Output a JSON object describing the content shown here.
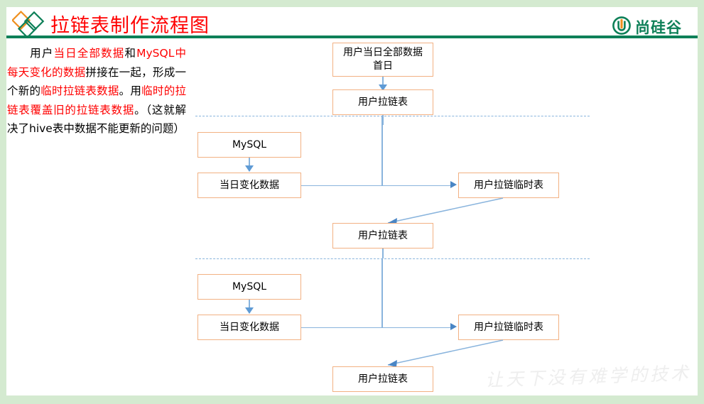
{
  "header": {
    "title": "拉链表制作流程图",
    "brand_text": "尚硅谷",
    "logo_icon": "diamonds-logo-icon",
    "brand_icon": "u-circle-icon",
    "accent_green": "#0e8058",
    "accent_orange": "#ef9020",
    "title_color": "#ff0000",
    "frame_color": "#d4ead0"
  },
  "description": {
    "segments": [
      {
        "text": "用户",
        "color": "#000000"
      },
      {
        "text": "当日全部数据",
        "color": "#ff0000"
      },
      {
        "text": "和",
        "color": "#000000"
      },
      {
        "text": "MySQL中每天变化的数据",
        "color": "#ff0000"
      },
      {
        "text": "拼接在一起，形成一个新的",
        "color": "#000000"
      },
      {
        "text": "临时拉链表数据",
        "color": "#ff0000"
      },
      {
        "text": "。用",
        "color": "#000000"
      },
      {
        "text": "临时的拉链表覆盖旧的拉链表数据",
        "color": "#ff0000"
      },
      {
        "text": "。（这就解决了hive表中数据不能更新的问题）",
        "color": "#000000"
      }
    ],
    "plain_text": "用户当日全部数据和MySQL中每天变化的数据拼接在一起，形成一个新的临时拉链表数据。用临时的拉链表覆盖旧的拉链表数据。（这就解决了hive表中数据不能更新的问题）"
  },
  "diagram": {
    "node_border_color": "#f2b183",
    "connector_color": "#89b4dd",
    "divider_color": "#89b4dd",
    "sections": [
      {
        "name": "first-day",
        "nodes": [
          {
            "id": "n1",
            "label": "用户当日全部数据\n首日",
            "line1": "用户当日全部数据",
            "line2": "首日"
          },
          {
            "id": "n2",
            "label": "用户拉链表"
          }
        ]
      },
      {
        "name": "day-two",
        "nodes": [
          {
            "id": "n3",
            "label": "MySQL"
          },
          {
            "id": "n4",
            "label": "当日变化数据"
          },
          {
            "id": "n5",
            "label": "用户拉链临时表"
          },
          {
            "id": "n6",
            "label": "用户拉链表"
          }
        ]
      },
      {
        "name": "day-three",
        "nodes": [
          {
            "id": "n7",
            "label": "MySQL"
          },
          {
            "id": "n8",
            "label": "当日变化数据"
          },
          {
            "id": "n9",
            "label": "用户拉链临时表"
          },
          {
            "id": "n10",
            "label": "用户拉链表"
          }
        ]
      }
    ]
  },
  "watermark": {
    "text": "让天下没有难学的技术"
  }
}
